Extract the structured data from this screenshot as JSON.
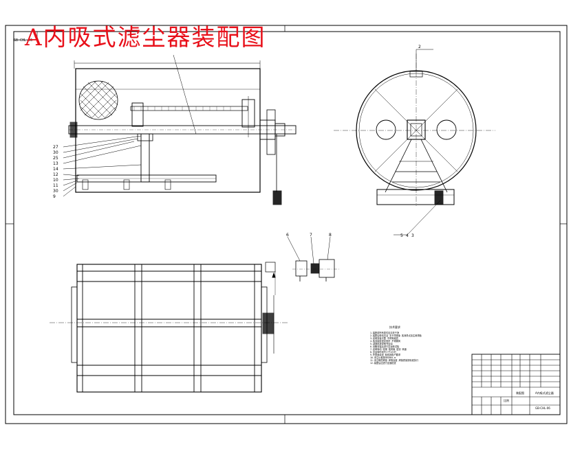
{
  "title": "A内吸式滤尘器装配图",
  "drawing_number": "GB-CHL-06",
  "callouts_front": [
    "27",
    "30",
    "25",
    "13",
    "14",
    "12",
    "10",
    "11",
    "30",
    "9"
  ],
  "callout_side_top": "2",
  "callout_side_bottom": [
    "5",
    "4",
    "3"
  ],
  "callout_drive": [
    "6",
    "7",
    "8"
  ],
  "notes_heading": "技术要求",
  "notes_lines": [
    "1.装配前所有零件应清洗干净",
    "2.装配后转动灵活 无卡滞现象 各润滑点加注润滑脂",
    "3.滤网安装平整 不得有破损",
    "4.各连接处密封良好 不得漏风",
    "5.减速机按说明书加油",
    "6.设备安装后进行空运转试验",
    "7.滤网转动 吸嘴 吸风管 密封 转速",
    "8.空运转时间不少于2小时",
    "9.外表面涂漆 颜色按用户要求",
    "10.未注公差按GB1804-m",
    "11.未注明的焊缝 焊角高度 焊接质量按标准执行",
    "12.装配后应进行全面检查"
  ],
  "title_block": {
    "part_name": "A内吸式滤尘器",
    "drawing_code": "GB-CHL-06",
    "scale_label": "比例",
    "company": "装配图"
  }
}
